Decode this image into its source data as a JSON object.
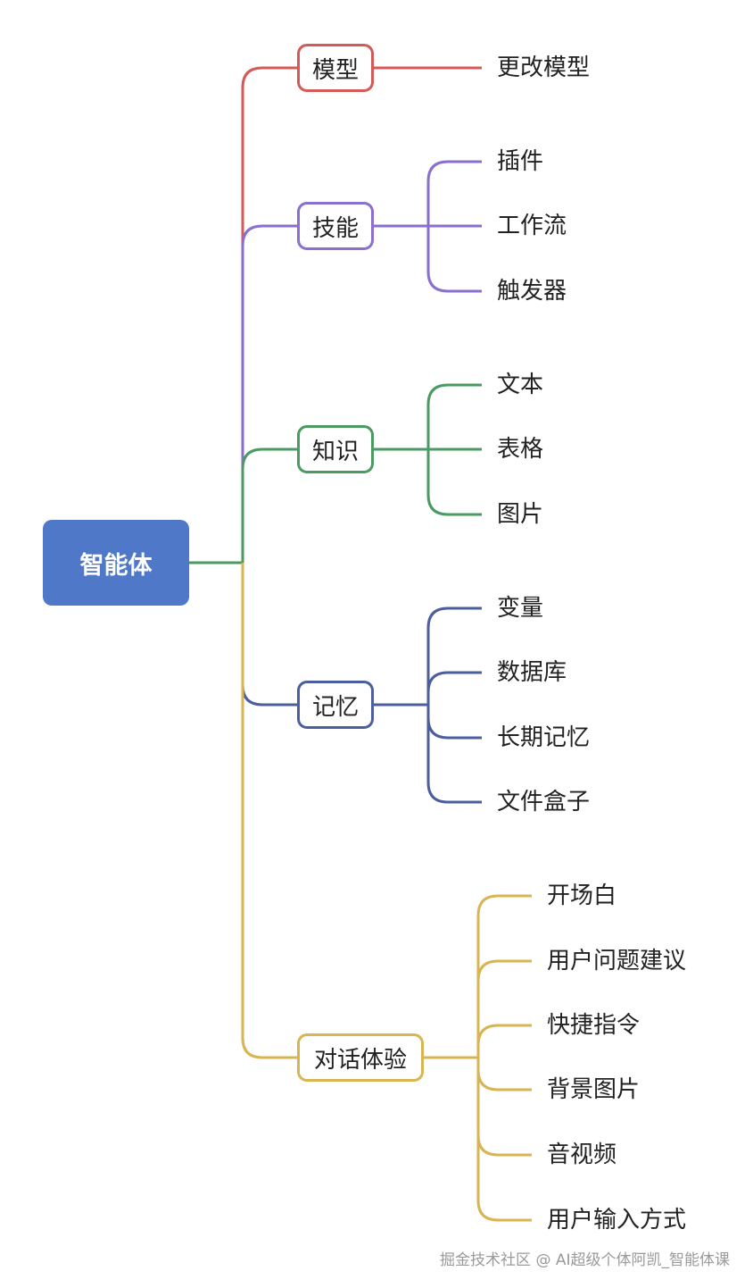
{
  "root": {
    "label": "智能体",
    "color": "#5078c8"
  },
  "branches": [
    {
      "id": "model",
      "label": "模型",
      "color": "#d45a58",
      "children": [
        "更改模型"
      ]
    },
    {
      "id": "skills",
      "label": "技能",
      "color": "#8a6fcf",
      "children": [
        "插件",
        "工作流",
        "触发器"
      ]
    },
    {
      "id": "knowledge",
      "label": "知识",
      "color": "#4a9a62",
      "children": [
        "文本",
        "表格",
        "图片"
      ]
    },
    {
      "id": "memory",
      "label": "记忆",
      "color": "#4b5e9e",
      "children": [
        "变量",
        "数据库",
        "长期记忆",
        "文件盒子"
      ]
    },
    {
      "id": "dialog",
      "label": "对话体验",
      "color": "#d8b552",
      "children": [
        "开场白",
        "用户问题建议",
        "快捷指令",
        "背景图片",
        "音视频",
        "用户输入方式"
      ]
    }
  ],
  "watermark": "掘金技术社区 @ AI超级个体阿凯_智能体课"
}
